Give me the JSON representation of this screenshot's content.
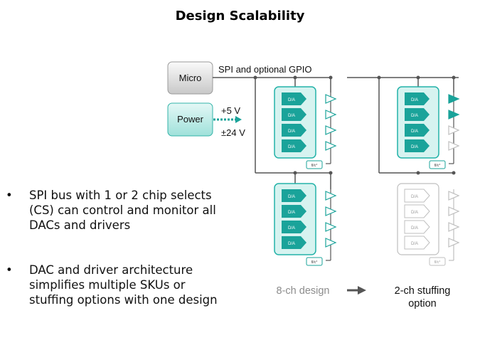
{
  "title": "Design Scalability",
  "bullets": [
    {
      "symbol": "•",
      "text": "SPI bus with 1 or 2 chip selects\n(CS) can control and monitor all\nDACs and drivers"
    },
    {
      "symbol": "•",
      "text": "DAC and driver architecture\nsimplifies multiple SKUs or\nstuffing options with one design"
    }
  ],
  "diagram": {
    "micro_label": "Micro",
    "power_label": "Power",
    "bus_label": "SPI and optional  GPIO",
    "voltage_1": "+5 V",
    "voltage_2": "±24 V",
    "dac_label": "D/A",
    "temp_label": "θ/c°",
    "caption_left": "8-ch design",
    "caption_right_line1": "2-ch stuffing",
    "caption_right_line2": "option",
    "colors": {
      "teal": "#1aa39a",
      "teal_light": "#c9efec",
      "teal_border": "#22b2a8",
      "gray_line": "#555555",
      "ghost": "#bfbfbf"
    }
  }
}
